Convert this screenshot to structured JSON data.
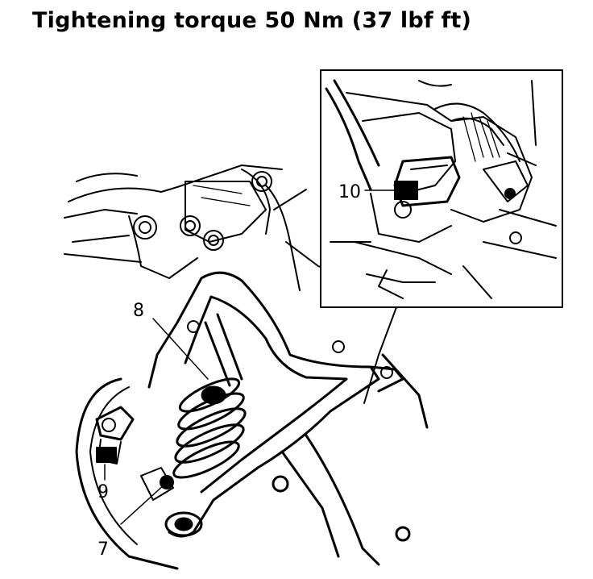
{
  "title": "Tightening torque 50 Nm (37 lbf ft)",
  "callouts": {
    "c7": "7",
    "c8": "8",
    "c9": "9",
    "c10": "10"
  },
  "colors": {
    "ink": "#000000",
    "paper": "#ffffff"
  }
}
